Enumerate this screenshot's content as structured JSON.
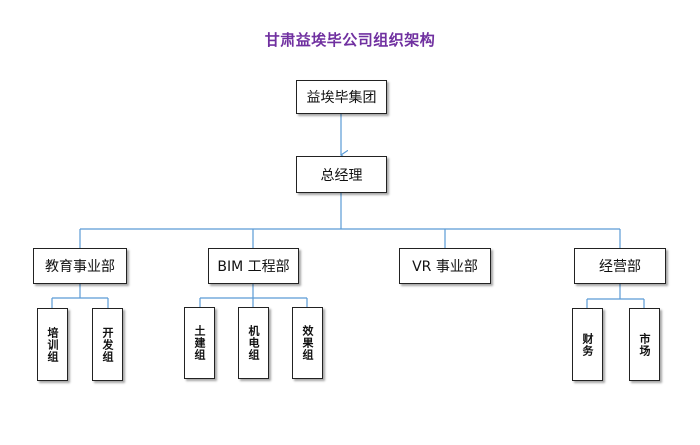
{
  "title": "甘肃益埃毕公司组织架构",
  "colors": {
    "title": "#7030a0",
    "connector": "#5b9bd5",
    "box_border": "#222222"
  },
  "root": {
    "label": "益埃毕集团"
  },
  "manager": {
    "label": "总经理"
  },
  "departments": [
    {
      "label": "教育事业部",
      "groups": [
        "培训组",
        "开发组"
      ]
    },
    {
      "label": "BIM 工程部",
      "groups": [
        "土建组",
        "机电组",
        "效果组"
      ]
    },
    {
      "label": "VR 事业部",
      "groups": []
    },
    {
      "label": "经营部",
      "groups": [
        "财务",
        "市场"
      ]
    }
  ]
}
